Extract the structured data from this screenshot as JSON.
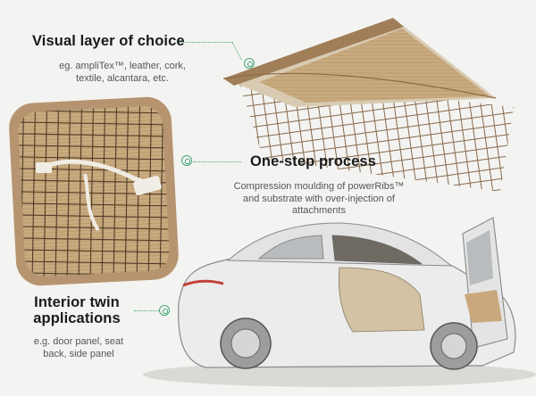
{
  "callouts": {
    "visual_layer": {
      "title": "Visual layer of choice",
      "description_line1": "eg. ampliTex™, leather, cork,",
      "description_line2": "textile, alcantara, etc."
    },
    "one_step": {
      "title": "One-step process",
      "description_line1": "Compression moulding of powerRibs™",
      "description_line2": "and substrate with over-injection of",
      "description_line3": "attachments"
    },
    "interior": {
      "title_line1": "Interior twin",
      "title_line2": "applications",
      "description_line1": "e.g. door panel, seat",
      "description_line2": "back, side panel"
    }
  },
  "colors": {
    "accent": "#46a878",
    "fabric": "#c7a77c",
    "rib": "#6b4e32",
    "car_body": "#e9e9e9"
  }
}
